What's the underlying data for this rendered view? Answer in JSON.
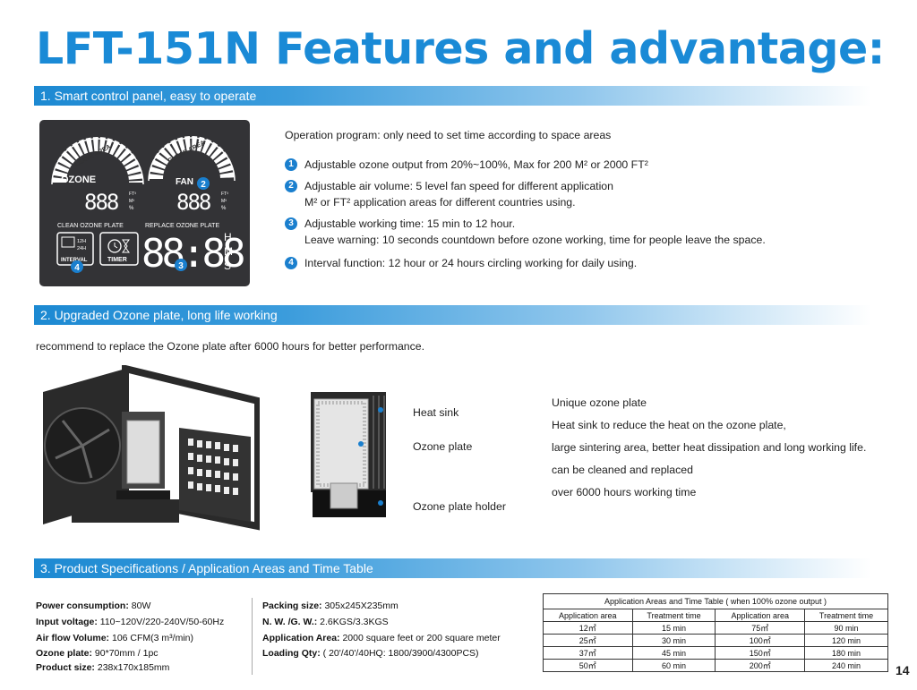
{
  "title": "LFT-151N Features and advantage:",
  "sections": {
    "s1": "1. Smart control panel, easy to operate",
    "s2": "2. Upgraded Ozone plate, long life working",
    "s3": "3. Product Specifications / Application Areas and Time Table"
  },
  "panel": {
    "leave_area": "LEAVE AREA",
    "clear_area": "CLEAR AREA",
    "ozone": "OZONE",
    "fan": "FAN",
    "digits_small": "888",
    "digits_big": "88:88",
    "unit_ft": "FT³",
    "unit_m": "M³",
    "unit_pct": "%",
    "clean_plate": "CLEAN OZONE PLATE",
    "replace_plate": "REPLACE OZONE PLATE",
    "interval": "INTERVAL",
    "h12": "12H",
    "h24": "24H",
    "timer": "TIMER",
    "h": "H",
    "m": "M",
    "s": "S",
    "badge2": "2",
    "badge3": "3",
    "badge4": "4"
  },
  "features": {
    "intro": "Operation program: only need to set time according to space areas",
    "items": [
      {
        "num": "1",
        "line1": "Adjustable ozone output from 20%~100%, Max for 200 M² or 2000 FT²",
        "line2": ""
      },
      {
        "num": "2",
        "line1": "Adjustable air volume: 5 level fan speed for different application",
        "line2": "M² or FT² application areas for different countries using."
      },
      {
        "num": "3",
        "line1": "Adjustable working time: 15 min to 12 hour.",
        "line2": "Leave warning: 10 seconds countdown before ozone working, time for people leave the space."
      },
      {
        "num": "4",
        "line1": "Interval function: 12 hour or 24 hours circling working for daily using.",
        "line2": ""
      }
    ]
  },
  "plate": {
    "recommend": "recommend to replace the Ozone plate after 6000 hours for better performance.",
    "labels": {
      "heat_sink": "Heat sink",
      "ozone_plate": "Ozone plate",
      "holder": "Ozone plate holder"
    },
    "desc": [
      "Unique ozone plate",
      "Heat sink to reduce the heat on the ozone plate,",
      "large sintering area, better heat dissipation and long working life.",
      "can be cleaned and replaced",
      "over 6000 hours working time"
    ]
  },
  "specs": {
    "left": [
      {
        "k": "Power consumption:",
        "v": " 80W"
      },
      {
        "k": "Input voltage:",
        "v": " 110~120V/220-240V/50-60Hz"
      },
      {
        "k": "Air flow Volume:",
        "v": " 106 CFM(3 m³/min)"
      },
      {
        "k": "Ozone plate:",
        "v": " 90*70mm / 1pc"
      },
      {
        "k": "Product size:",
        "v": " 238x170x185mm"
      }
    ],
    "right": [
      {
        "k": "Packing size:",
        "v": "  305x245X235mm"
      },
      {
        "k": "N. W. /G. W.:",
        "v": " 2.6KGS/3.3KGS"
      },
      {
        "k": "Application Area:",
        "v": "  2000 square feet or 200 square meter"
      },
      {
        "k": "Loading Qty:",
        "v": "   ( 20'/40'/40HQ:  1800/3900/4300PCS)"
      }
    ]
  },
  "table": {
    "caption": "Application Areas and Time Table ( when 100% ozone output )",
    "headers": [
      "Application area",
      "Treatment time",
      "Application area",
      "Treatment time"
    ],
    "rows": [
      [
        "12㎡",
        "15 min",
        "75㎡",
        "90 min"
      ],
      [
        "25㎡",
        "30 min",
        "100㎡",
        "120 min"
      ],
      [
        "37㎡",
        "45 min",
        "150㎡",
        "180 min"
      ],
      [
        "50㎡",
        "60 min",
        "200㎡",
        "240 min"
      ]
    ]
  },
  "page_number": "14",
  "colors": {
    "accent": "#1a8ad6",
    "badge": "#1a7fce",
    "panel_bg": "#333336"
  }
}
